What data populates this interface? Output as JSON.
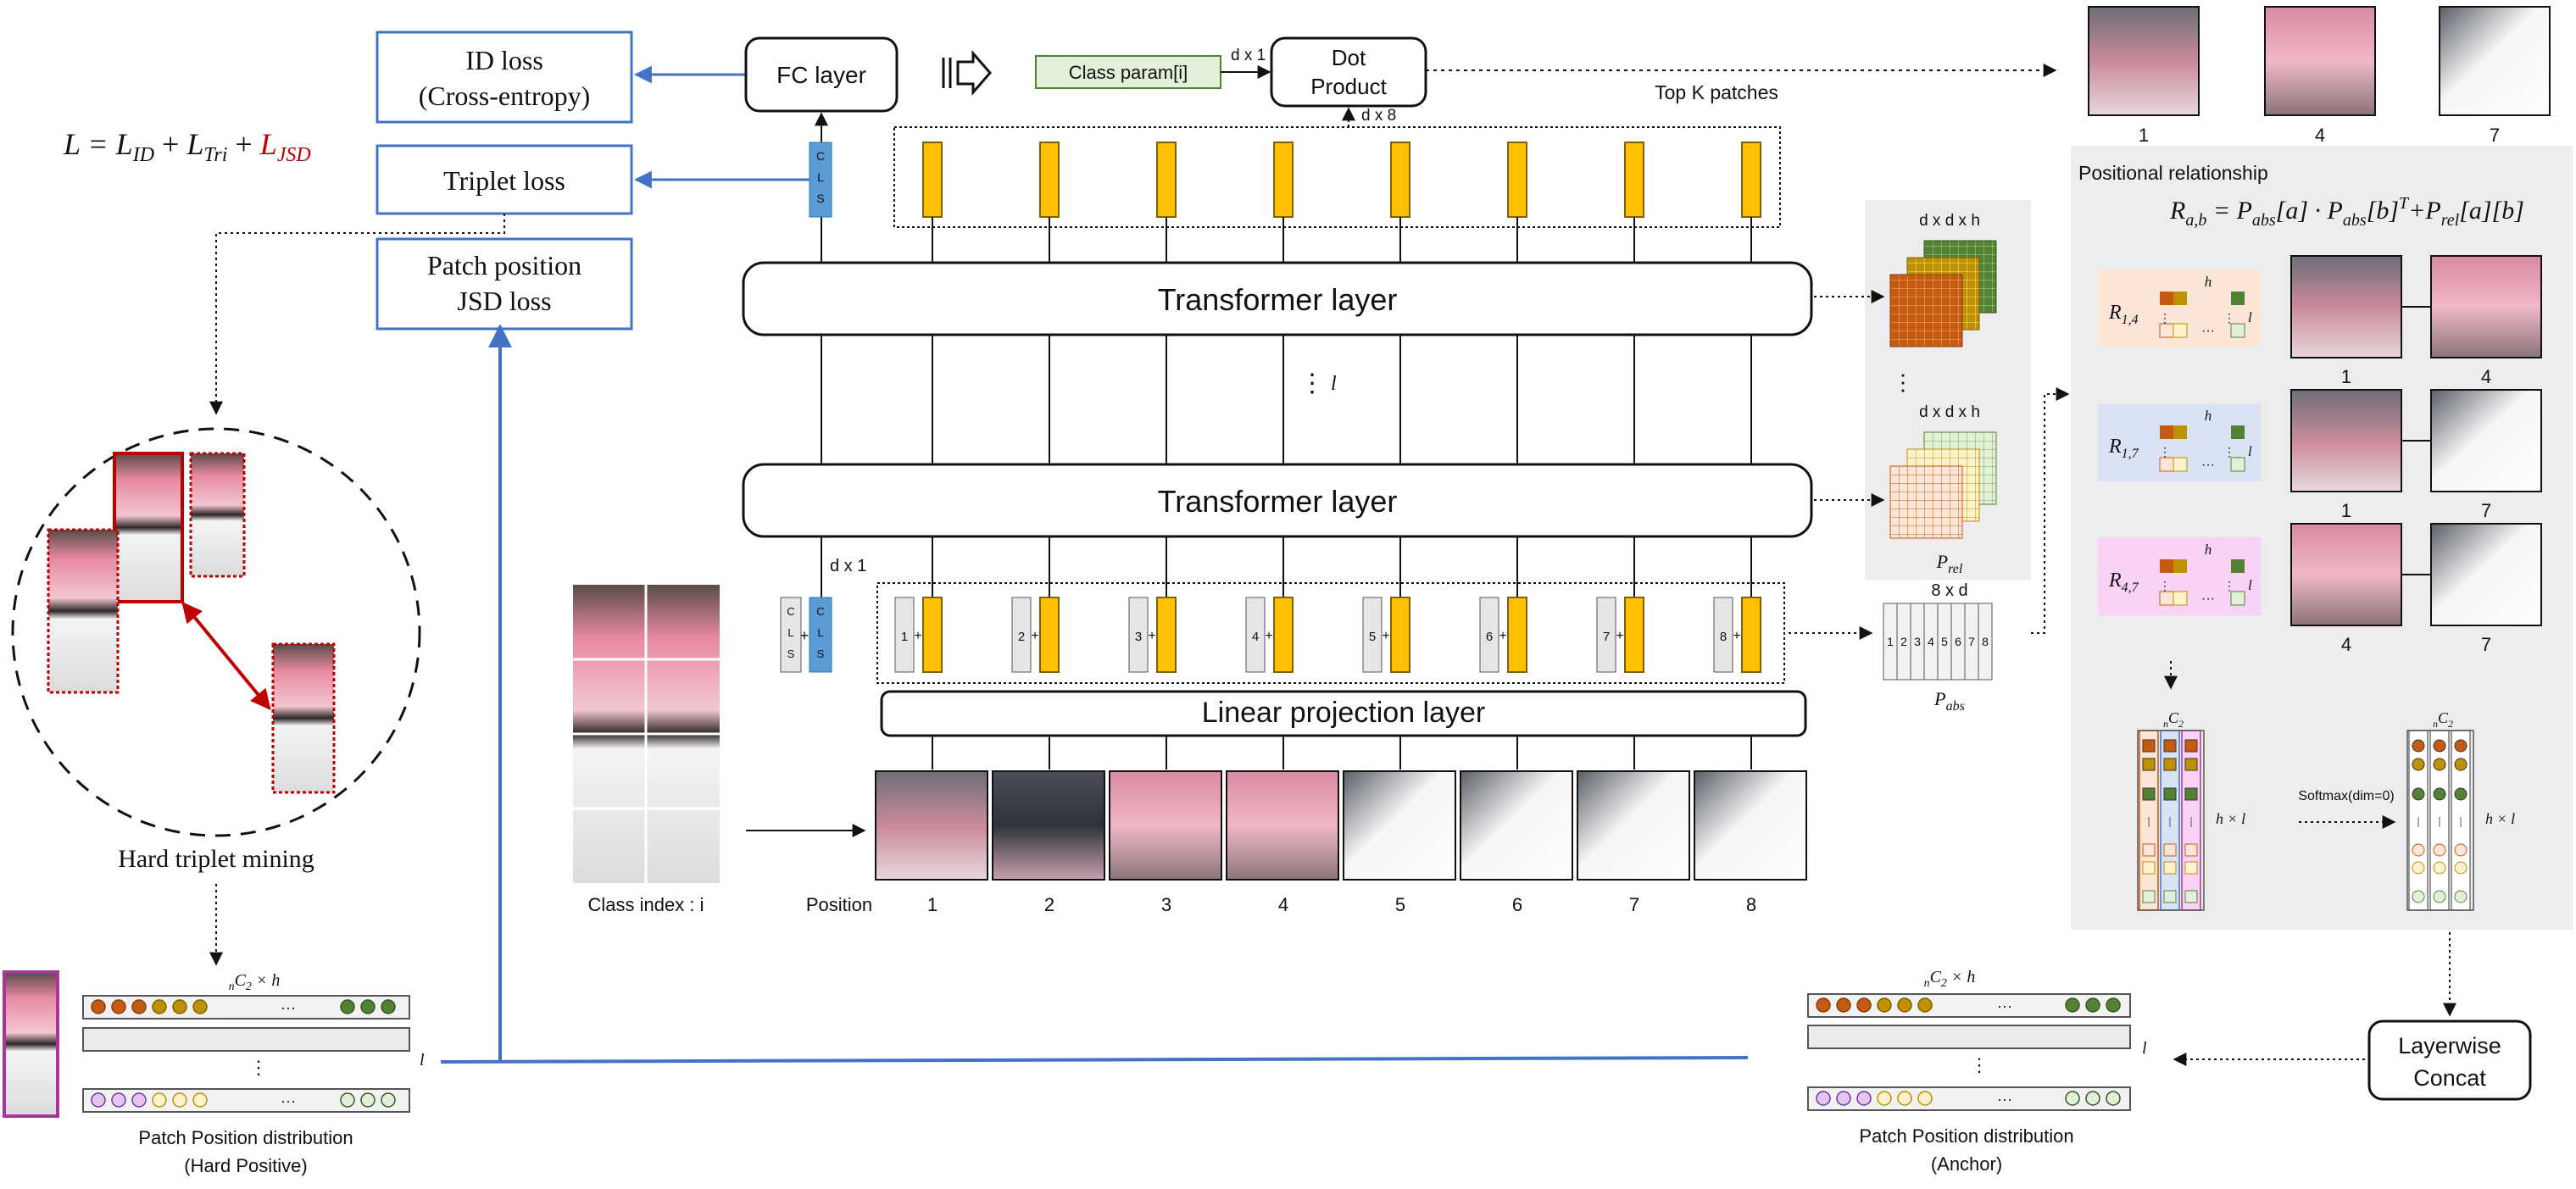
{
  "losses": {
    "id_loss": [
      "ID loss",
      "(Cross-entropy)"
    ],
    "triplet_loss": "Triplet loss",
    "jsd_loss": [
      "Patch position",
      "JSD loss"
    ]
  },
  "formula": {
    "lhs": "L = ",
    "a": "L",
    "a_sub": "ID",
    "plus1": " + ",
    "b": "L",
    "b_sub": "Tri",
    "plus2": " + ",
    "c": "L",
    "c_sub": "JSD"
  },
  "fc_layer": "FC layer",
  "class_param": "Class param[i]",
  "dot_product": [
    "Dot",
    "Product"
  ],
  "dim_labels": {
    "d_by_1_top": "d x 1",
    "d_by_8": "d x 8",
    "d_by_1_cls": "d x 1",
    "ddh_top": "d x d x h",
    "ddh_bottom": "d x d x h",
    "eight_by_d": "8 x d"
  },
  "top_k_label": "Top  K patches",
  "topk_ids": [
    "1",
    "4",
    "7"
  ],
  "transformer_label": "Transformer layer",
  "layer_dots": "⋮",
  "layer_l": "l",
  "linear_label": "Linear projection layer",
  "cls_letters": [
    "C",
    "L",
    "S"
  ],
  "plus": "+",
  "class_index": "Class index : i",
  "position_label": "Position",
  "positions": [
    "1",
    "2",
    "3",
    "4",
    "5",
    "6",
    "7",
    "8"
  ],
  "p_rel": "P",
  "p_rel_sub": "rel",
  "p_abs": "P",
  "p_abs_sub": "abs",
  "abs_cells": [
    "1",
    "2",
    "3",
    "4",
    "5",
    "6",
    "7",
    "8"
  ],
  "vdots": "⋮",
  "pos_rel": {
    "title": "Positional relationship",
    "formula": "R",
    "formula_sub": "a,b",
    "formula_rest": " = P",
    "formula_part2_sub": "abs",
    "formula_mid": "[a] · P",
    "formula_part3_sub": "abs",
    "formula_mid2": "[b]",
    "formula_sup": "T",
    "formula_mid3": "+P",
    "formula_part4_sub": "rel",
    "formula_end": "[a][b]",
    "rows": [
      {
        "label": "R",
        "sub": "1,4",
        "a": "1",
        "b": "4",
        "color": "#fbe5d6"
      },
      {
        "label": "R",
        "sub": "1,7",
        "a": "1",
        "b": "7",
        "color": "#dae3f3"
      },
      {
        "label": "R",
        "sub": "4,7",
        "a": "4",
        "b": "7",
        "color": "#f9d3f5"
      }
    ],
    "h": "h",
    "l": "l",
    "dots": "···",
    "ncr": "C",
    "ncr_n": "n",
    "ncr_2": "2",
    "h_by_l": "h × l",
    "softmax": "Softmax(dim=0)"
  },
  "layerwise": [
    "Layerwise",
    "Concat"
  ],
  "hard_triplet": "Hard triplet mining",
  "dist_hp": {
    "title": [
      "Patch Position distribution",
      "(Hard Positive)"
    ],
    "header": "C",
    "header_n": "n",
    "header_2": "2",
    "header_rest": " × h",
    "l": "l",
    "dots": "···"
  },
  "dist_anchor": {
    "title": [
      "Patch Position distribution",
      "(Anchor)"
    ],
    "header": "C",
    "header_n": "n",
    "header_2": "2",
    "header_rest": " × h",
    "l": "l",
    "dots": "···"
  },
  "colors": {
    "box_blue": "#4472c4",
    "arrow_blue": "#4472c4",
    "yellow": "#ffc000",
    "cls_blue": "#5b9bd5",
    "red": "#c00000",
    "green_param": "#e2f0d9",
    "orange": "#c55a11",
    "gold": "#bf9000",
    "green": "#548235",
    "panel_gray": "#ededed"
  }
}
